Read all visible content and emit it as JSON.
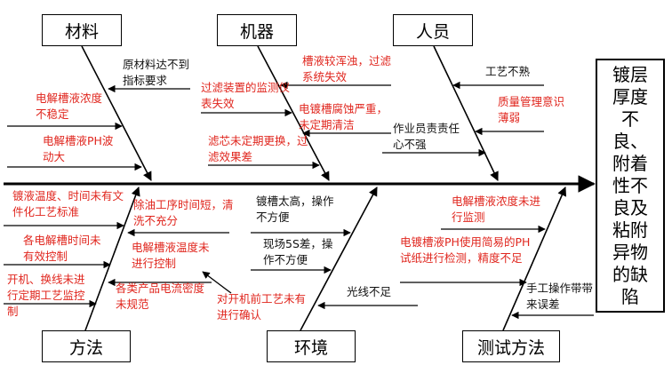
{
  "effect": "镀层厚度不良、附着性不良及粘附异物的缺陷",
  "categories": {
    "materials": "材料",
    "machines": "机器",
    "people": "人员",
    "methods": "方法",
    "environment": "环境",
    "measurement": "测试方法"
  },
  "causes": {
    "materials": [
      {
        "text": "原材料达不到指标要求",
        "color": "black"
      },
      {
        "text": "电解槽液浓度不稳定",
        "color": "red"
      },
      {
        "text": "电解槽液PH波动大",
        "color": "red"
      }
    ],
    "machines": [
      {
        "text": "槽液较浑浊，过滤系统失效",
        "color": "red"
      },
      {
        "text": "过滤装置的监测仪表失效",
        "color": "red"
      },
      {
        "text": "电镀槽腐蚀严重，未定期清洁",
        "color": "red"
      },
      {
        "text": "滤芯未定期更换，过滤效果差",
        "color": "red"
      }
    ],
    "people": [
      {
        "text": "工艺不熟",
        "color": "black"
      },
      {
        "text": "质量管理意识薄弱",
        "color": "red"
      },
      {
        "text": "作业员责责任心不强",
        "color": "black"
      }
    ],
    "methods": [
      {
        "text": "镀液温度、时间未有文件化工艺标准",
        "color": "red"
      },
      {
        "text": "除油工序时间短，清洗不充分",
        "color": "red"
      },
      {
        "text": "各电解槽时间未有效控制",
        "color": "red"
      },
      {
        "text": "电解槽液温度未进行控制",
        "color": "red"
      },
      {
        "text": "开机、换线未进行定期工艺监控制",
        "color": "red"
      },
      {
        "text": "各类产品电流密度未规范",
        "color": "red"
      },
      {
        "text": "对开机前工艺未有进行确认",
        "color": "red"
      }
    ],
    "environment": [
      {
        "text": "镀槽太高，操作不方便",
        "color": "black"
      },
      {
        "text": "现场5S差，操作不方便",
        "color": "black"
      },
      {
        "text": "光线不足",
        "color": "black"
      }
    ],
    "measurement": [
      {
        "text": "电解槽液浓度未进行监测",
        "color": "red"
      },
      {
        "text": "电镀槽液PH使用简易的PH试纸进行检测，精度不足",
        "color": "red"
      },
      {
        "text": "手工操作带带来误差",
        "color": "black"
      }
    ]
  }
}
